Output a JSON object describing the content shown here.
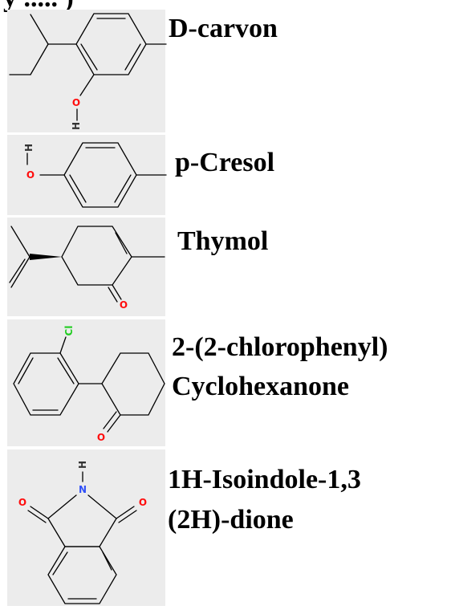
{
  "header": {
    "partial_text": "y  ..... )"
  },
  "compounds": [
    {
      "lines": [
        "D-carvon"
      ]
    },
    {
      "lines": [
        "p-Cresol"
      ]
    },
    {
      "lines": [
        "Thymol"
      ]
    },
    {
      "lines": [
        "2-(2-chlorophenyl)",
        "Cyclohexanone"
      ]
    },
    {
      "lines": [
        "1H-Isoindole-1,3",
        "(2H)-dione"
      ]
    }
  ],
  "atom_labels": {
    "o": "O",
    "h": "H",
    "cl": "Cl",
    "n": "N"
  },
  "colors": {
    "oxygen": "#ff0d0d",
    "nitrogen": "#3050f8",
    "chlorine": "#1fcc1f",
    "hydrogen": "#333333",
    "bond": "#000000",
    "panel": "#ececec"
  }
}
